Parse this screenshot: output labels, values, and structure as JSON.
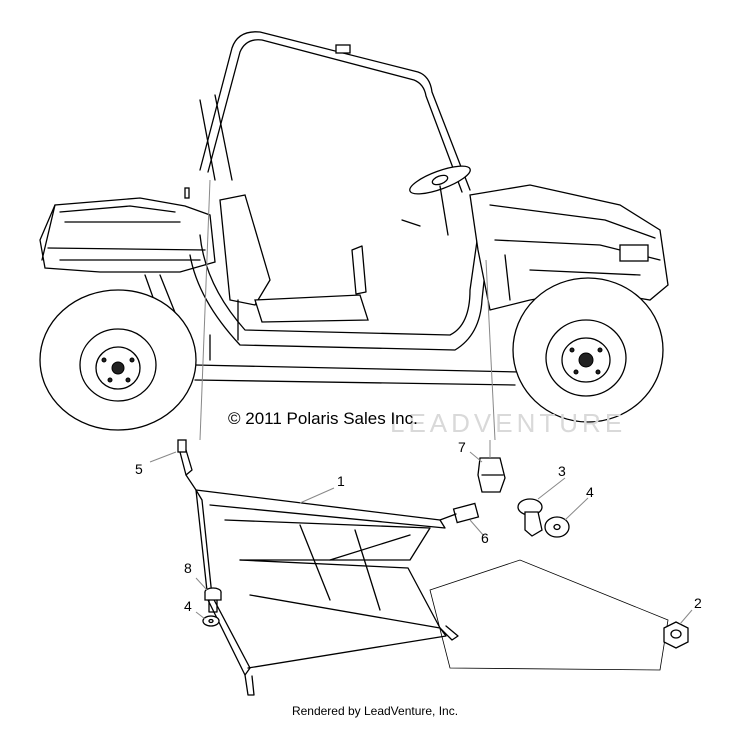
{
  "diagram": {
    "copyright": "© 2011 Polaris Sales Inc.",
    "watermark": "LEADVENTURE",
    "footer": "Rendered by LeadVenture, Inc.",
    "callouts": [
      {
        "id": "c1",
        "label": "1"
      },
      {
        "id": "c2",
        "label": "2"
      },
      {
        "id": "c3",
        "label": "3"
      },
      {
        "id": "c4a",
        "label": "4"
      },
      {
        "id": "c4b",
        "label": "4"
      },
      {
        "id": "c5",
        "label": "5"
      },
      {
        "id": "c6",
        "label": "6"
      },
      {
        "id": "c7",
        "label": "7"
      },
      {
        "id": "c8",
        "label": "8"
      }
    ]
  }
}
